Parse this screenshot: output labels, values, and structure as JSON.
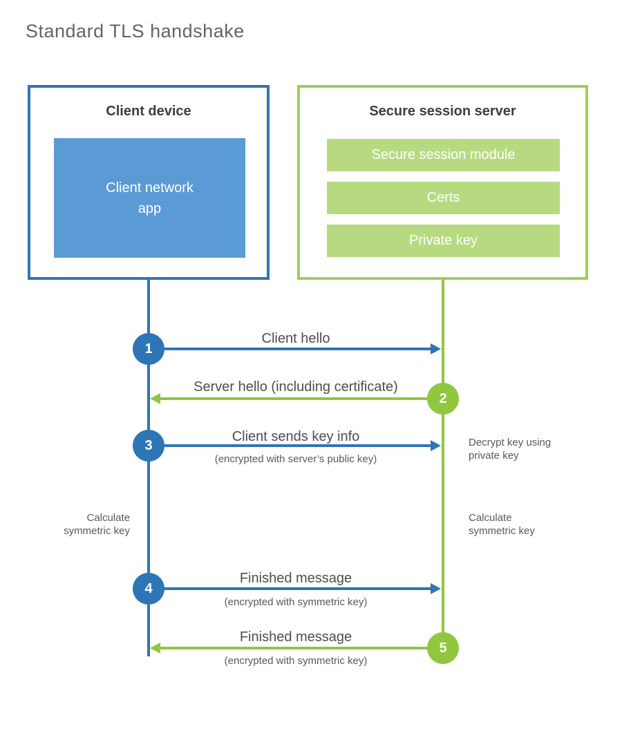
{
  "title": "Standard TLS handshake",
  "colors": {
    "blue": "#2e75b6",
    "blue-fill": "#5b9bd5",
    "green": "#90c73e",
    "green-border": "#9dce5c",
    "green-fill": "#b7da81",
    "title-text": "#646464",
    "heading-text": "#3d3d3d",
    "label-text": "#4d4d4d",
    "muted-text": "#595959"
  },
  "client_box": {
    "title": "Client device",
    "app_line1": "Client network",
    "app_line2": "app"
  },
  "server_box": {
    "title": "Secure session server",
    "modules": [
      "Secure session module",
      "Certs",
      "Private key"
    ]
  },
  "steps": [
    {
      "num": "1",
      "label": "Client hello",
      "sub": "",
      "direction": "right",
      "color": "blue"
    },
    {
      "num": "2",
      "label": "Server hello (including certificate)",
      "sub": "",
      "direction": "left",
      "color": "green"
    },
    {
      "num": "3",
      "label": "Client sends key info",
      "sub": "(encrypted with server’s public key)",
      "direction": "right",
      "color": "blue"
    },
    {
      "num": "4",
      "label": "Finished message",
      "sub": "(encrypted with symmetric key)",
      "direction": "right",
      "color": "blue"
    },
    {
      "num": "5",
      "label": "Finished message",
      "sub": "(encrypted with symmetric key)",
      "direction": "left",
      "color": "green"
    }
  ],
  "notes": {
    "decrypt_line1": "Decrypt key using",
    "decrypt_line2": "private key",
    "calc_line1": "Calculate",
    "calc_line2": "symmetric key"
  }
}
